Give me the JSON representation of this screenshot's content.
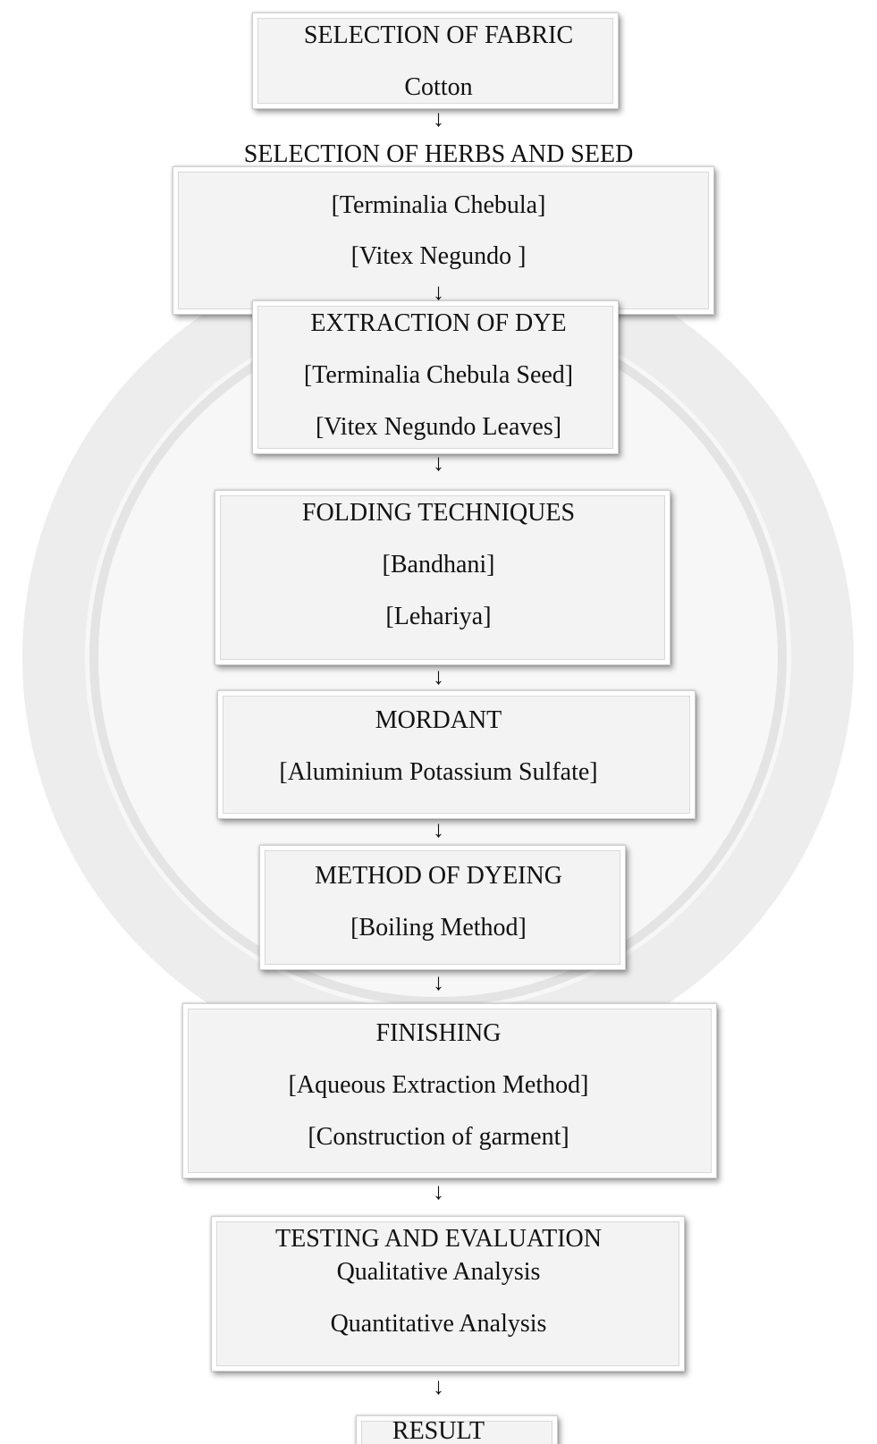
{
  "steps": [
    {
      "title": "SELECTION OF FABRIC",
      "items": [
        "Cotton"
      ]
    },
    {
      "title": "SELECTION OF HERBS AND SEED",
      "items": [
        "[Terminalia Chebula]",
        "[Vitex Negundo ]"
      ]
    },
    {
      "title": "EXTRACTION OF DYE",
      "items": [
        "[Terminalia Chebula Seed]",
        "[Vitex Negundo Leaves]"
      ]
    },
    {
      "title": "FOLDING TECHNIQUES",
      "items": [
        "[Bandhani]",
        "[Lehariya]"
      ]
    },
    {
      "title": "MORDANT",
      "items": [
        "[Aluminium Potassium Sulfate]"
      ]
    },
    {
      "title": "METHOD OF DYEING",
      "items": [
        "[Boiling Method]"
      ]
    },
    {
      "title": "FINISHING",
      "items": [
        "[Aqueous Extraction Method]",
        "[Construction of garment]"
      ]
    },
    {
      "title": "TESTING AND EVALUATION",
      "items": [
        "Qualitative Analysis",
        "Quantitative Analysis"
      ]
    },
    {
      "title": "RESULT",
      "items": []
    }
  ],
  "arrow_glyph": "↓",
  "colors": {
    "box_fill": "#f3f3f3",
    "box_border": "#cfcfcf",
    "watermark": "#e9e9e9",
    "text": "#111111"
  }
}
